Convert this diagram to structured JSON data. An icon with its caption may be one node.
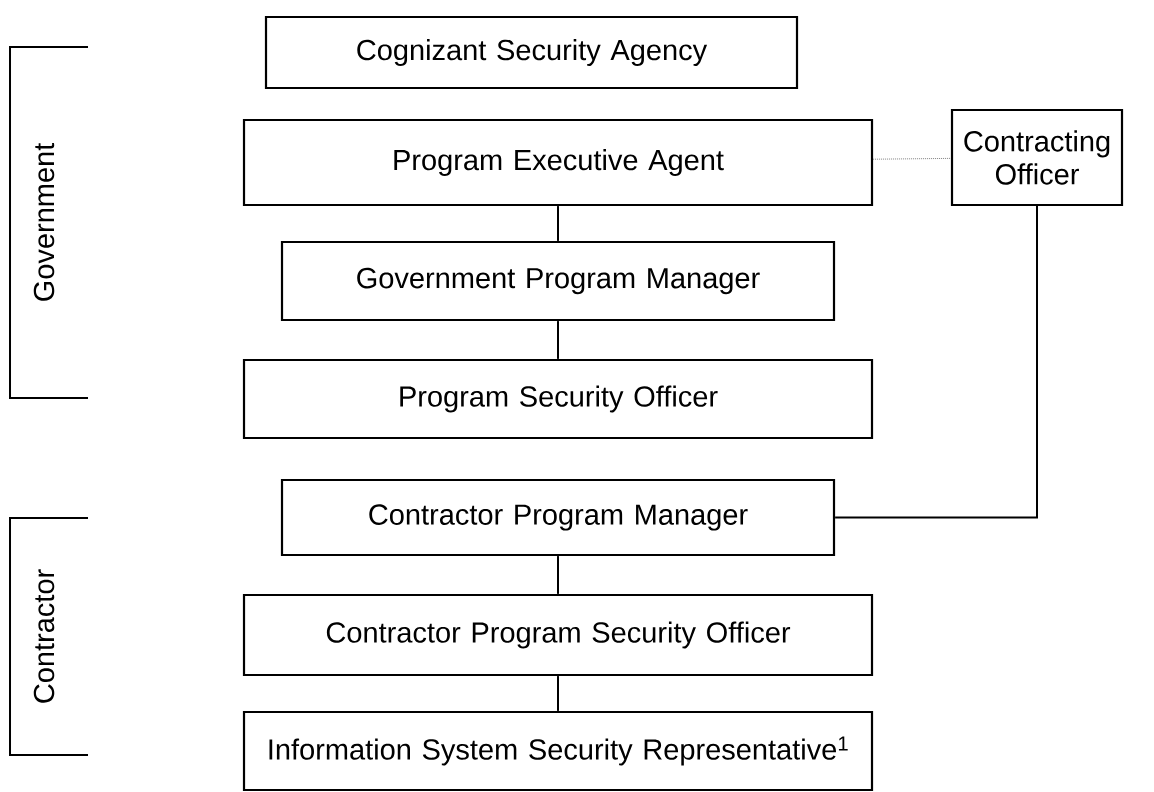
{
  "diagram": {
    "nodes": [
      {
        "text": [
          "Cognizant Security Agency"
        ]
      },
      {
        "text": [
          "Program Executive Agent"
        ]
      },
      {
        "text": [
          "Contracting Officer"
        ]
      },
      {
        "text": [
          "Government Program Manager"
        ]
      },
      {
        "text": [
          "Program Security Officer"
        ]
      },
      {
        "text": [
          "Contractor Program Manager"
        ]
      },
      {
        "text": [
          "Contractor Program Security Officer"
        ]
      },
      {
        "text": [
          "Information System Security Representative$^{1}$"
        ]
      }
    ],
    "edges": [
      {
        "from": 1,
        "to": 2,
        "arrow": "none",
        "style": "dashed",
        "color": "#808080"
      },
      {
        "from": 1,
        "to": 3,
        "arrow": "none"
      },
      {
        "from": 3,
        "to": 4,
        "arrow": "none"
      },
      {
        "from": 5,
        "to": 2,
        "arrow": "none"
      },
      {
        "from": 5,
        "to": 6,
        "arrow": "none"
      },
      {
        "from": 6,
        "to": 7,
        "arrow": "none"
      }
    ],
    "labels": [
      "Government",
      "Contractor"
    ]
  }
}
